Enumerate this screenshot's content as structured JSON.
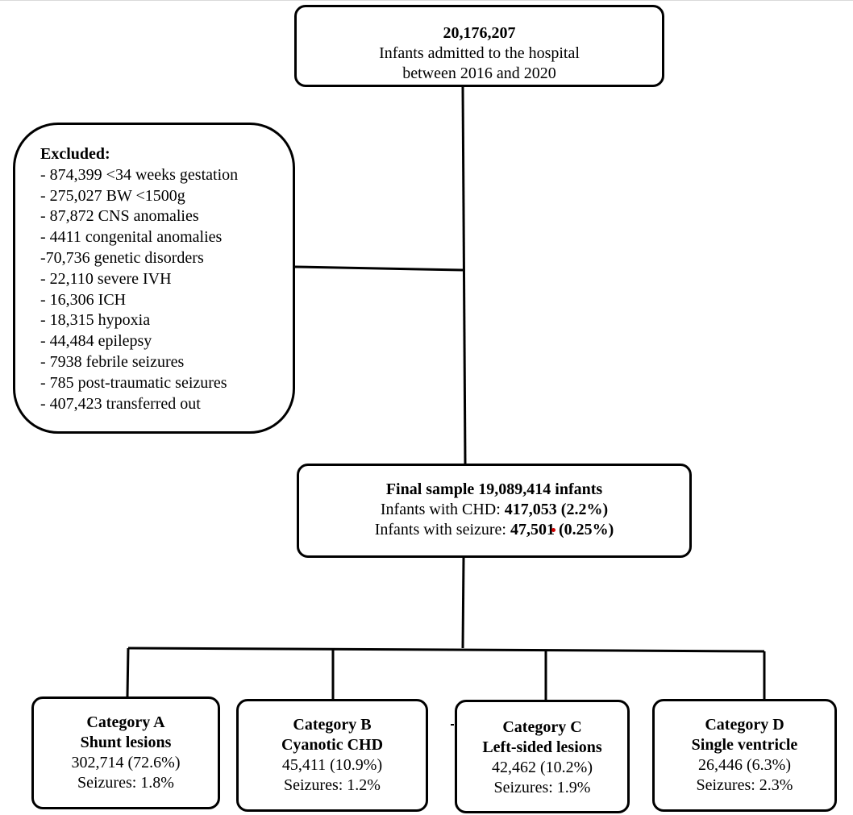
{
  "top_box": {
    "count": "20,176,207",
    "line1": "Infants admitted to the hospital",
    "line2": "between 2016 and 2020"
  },
  "excluded": {
    "title": "Excluded:",
    "items": [
      "- 874,399 <34 weeks gestation",
      "- 275,027 BW <1500g",
      "- 87,872 CNS anomalies",
      "- 4411 congenital anomalies",
      "-70,736 genetic disorders",
      "- 22,110 severe IVH",
      "- 16,306 ICH",
      "- 18,315 hypoxia",
      "- 44,484 epilepsy",
      "- 7938 febrile seizures",
      "- 785 post-traumatic seizures",
      "- 407,423 transferred out"
    ]
  },
  "final_box": {
    "title": "Final sample 19,089,414 infants",
    "chd_label": "Infants with CHD: ",
    "chd_value": "417,053 (2.2%)",
    "seizure_label": "Infants with seizure: ",
    "seizure_value": "47,501 (0.25%)"
  },
  "categories": [
    {
      "name": "Category A",
      "type": "Shunt lesions",
      "count": "302,714 (72.6%)",
      "seizures": "Seizures: 1.8%"
    },
    {
      "name": "Category B",
      "type": "Cyanotic CHD",
      "count": "45,411 (10.9%)",
      "seizures": "Seizures: 1.2%"
    },
    {
      "name": "Category C",
      "type": "Left-sided lesions",
      "count": "42,462 (10.2%)",
      "seizures": "Seizures: 1.9%"
    },
    {
      "name": "Category D",
      "type": "Single ventricle",
      "count": "26,446 (6.3%)",
      "seizures": "Seizures: 2.3%"
    }
  ]
}
